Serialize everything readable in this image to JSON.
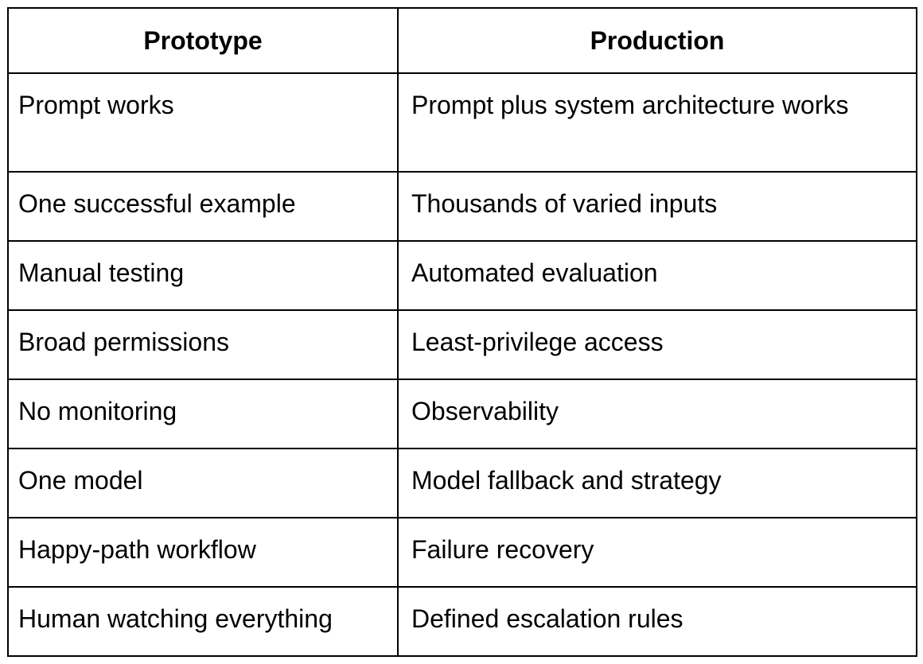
{
  "table": {
    "headers": [
      "Prototype",
      "Production"
    ],
    "rows": [
      [
        "Prompt works",
        "Prompt plus system architecture works"
      ],
      [
        "One successful example",
        "Thousands of varied inputs"
      ],
      [
        "Manual testing",
        "Automated evaluation"
      ],
      [
        "Broad permissions",
        "Least-privilege access"
      ],
      [
        "No monitoring",
        "Observability"
      ],
      [
        "One model",
        "Model fallback and strategy"
      ],
      [
        "Happy-path workflow",
        "Failure recovery"
      ],
      [
        "Human watching everything",
        "Defined escalation rules"
      ]
    ]
  }
}
